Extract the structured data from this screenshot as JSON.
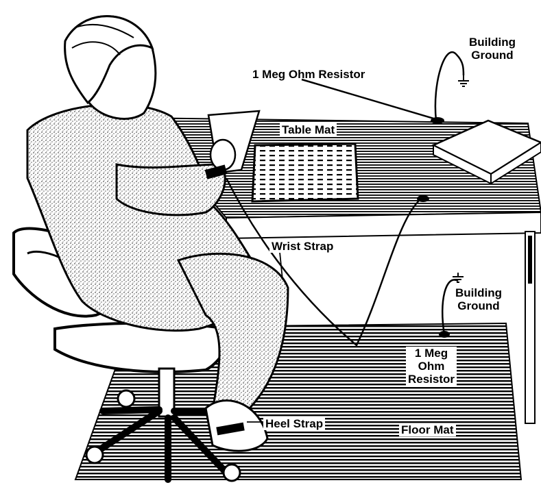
{
  "labels": {
    "building_ground_top": [
      "Building",
      "Ground"
    ],
    "resistor_top": "1 Meg Ohm Resistor",
    "table_mat": "Table Mat",
    "wrist_strap": "Wrist Strap",
    "building_ground_bottom": [
      "Building",
      "Ground"
    ],
    "resistor_bottom": [
      "1 Meg",
      "Ohm",
      "Resistor"
    ],
    "heel_strap": "Heel Strap",
    "floor_mat": "Floor Mat"
  },
  "colors": {
    "ink": "#000000",
    "paper": "#ffffff",
    "shade": "#8c8c8c"
  }
}
